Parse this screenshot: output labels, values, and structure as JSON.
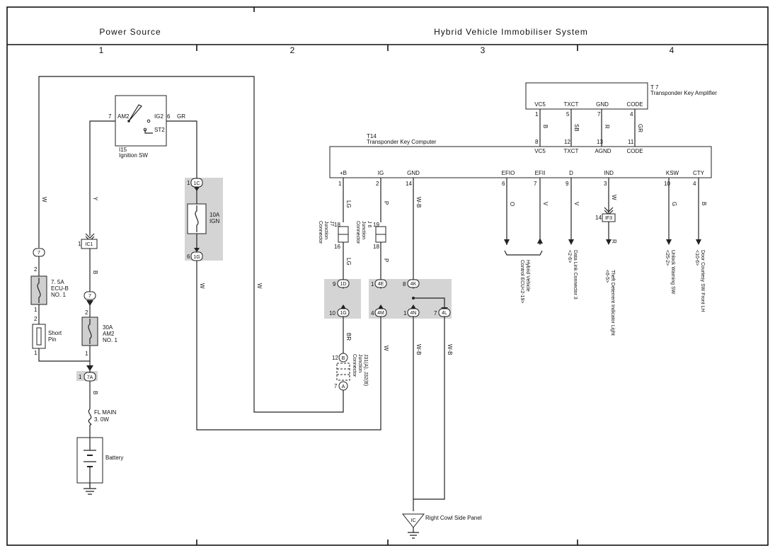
{
  "header": {
    "left": "Power Source",
    "right": "Hybrid Vehicle Immobiliser System"
  },
  "columns": [
    "1",
    "2",
    "3",
    "4"
  ],
  "components": {
    "ignition_sw": {
      "ref": "I15",
      "name": "Ignition SW",
      "am2": "AM2",
      "ig2": "IG2",
      "st2": "ST2",
      "pin_am2": "7",
      "pin_ig2": "6"
    },
    "fuse_ecub": {
      "rating": "7. 5A",
      "name": "ECU-B",
      "no": "NO. 1"
    },
    "fuse_am2": {
      "rating": "30A",
      "name": "AM2",
      "no": "NO. 1"
    },
    "fuse_ign": {
      "rating": "10A",
      "name": "IGN"
    },
    "short_pin": {
      "l1": "Short",
      "l2": "Pin"
    },
    "fl_main": {
      "l1": "FL MAIN",
      "l2": "3. 0W"
    },
    "battery": {
      "name": "Battery"
    },
    "amplifier": {
      "ref": "T 7",
      "name": "Transponder Key Amplifier",
      "pins": [
        "VC5",
        "TXCT",
        "GND",
        "CODE"
      ],
      "nums": [
        "1",
        "5",
        "7",
        "4"
      ]
    },
    "computer": {
      "ref": "T14",
      "name": "Transponder Key Computer",
      "top_labels": [
        "VC5",
        "TXCT",
        "AGND",
        "CODE"
      ],
      "top_nums": [
        "8",
        "12",
        "13",
        "11"
      ],
      "bottom_labels": [
        "+B",
        "IG",
        "GND",
        "EFIO",
        "EFII",
        "D",
        "IND",
        "KSW",
        "CTY"
      ],
      "bottom_nums": [
        "1",
        "2",
        "14",
        "6",
        "7",
        "9",
        "3",
        "10",
        "4"
      ]
    },
    "j7": {
      "ref": "J7",
      "l1": "Junction",
      "l2": "Connector",
      "top": "18",
      "bot": "16"
    },
    "j6": {
      "ref": "J 6",
      "l1": "Junction",
      "l2": "Connector",
      "top": "19",
      "bot": "18"
    },
    "j31": {
      "ref": "J31(A), J32(B)",
      "l1": "Junction",
      "l2": "Connector",
      "top": "12",
      "bot": "7",
      "b": "B",
      "a": "A"
    },
    "ground": {
      "ref": "IC",
      "name": "Right Cowl Side Panel"
    }
  },
  "connectors": {
    "c_7_left": "7",
    "c_7_mid": "7",
    "c_1c": "1C",
    "c_1g_top": "1G",
    "c_ic1": "IC1",
    "c_7a": "7A",
    "c_1d": "1D",
    "c_1g": "1G",
    "c_4e": "4E",
    "c_4m": "4M",
    "c_4k": "4K",
    "c_4n": "4N",
    "c_4l": "4L",
    "c_if3": "IF3",
    "pin_ic1": "1",
    "pin_7a": "1",
    "pin_1c": "1",
    "pin_1g_top": "6",
    "pin_1d": "9",
    "pin_1g": "10",
    "pin_4e": "1",
    "pin_4m": "4",
    "pin_4k": "8",
    "pin_4n": "1",
    "pin_4l": "7",
    "pin_if3": "14",
    "fuse_pins": {
      "ecub_top": "2",
      "ecub_bot": "1",
      "sp_top": "2",
      "sp_bot": "1",
      "am2_top": "2",
      "am2_bot": "1"
    }
  },
  "wire_colors": {
    "w_left": "W",
    "y": "Y",
    "gr": "GR",
    "b_ic1": "B",
    "b_7a": "B",
    "w_1g": "W",
    "w_mid": "W",
    "lg1": "LG",
    "lg2": "LG",
    "p1": "P",
    "p2": "P",
    "wb1": "W-B",
    "br": "BR",
    "w_4m": "W",
    "wb_4n": "W-B",
    "wb_4l": "W-B",
    "o": "O",
    "v1": "V",
    "v2": "V",
    "w_ind": "W",
    "r_ind": "R",
    "g": "G",
    "b_cty": "B",
    "amp_b": "B",
    "amp_sb": "SB",
    "amp_r": "R",
    "amp_gr": "GR"
  },
  "destinations": {
    "ecu": {
      "l1": "Hybrid Vehicle",
      "l2": "Control ECU<2-19>"
    },
    "dlc": {
      "l1": "Data Link Connector 3",
      "l2": "<2-6>"
    },
    "theft": {
      "l1": "Theft Deterrent Indicator Light",
      "l2": "<6-5>"
    },
    "unlock": {
      "l1": "Unlock Warning SW",
      "l2": "<25-2>"
    },
    "door": {
      "l1": "Door Courtesy SW Front LH",
      "l2": "<10-6>"
    }
  }
}
